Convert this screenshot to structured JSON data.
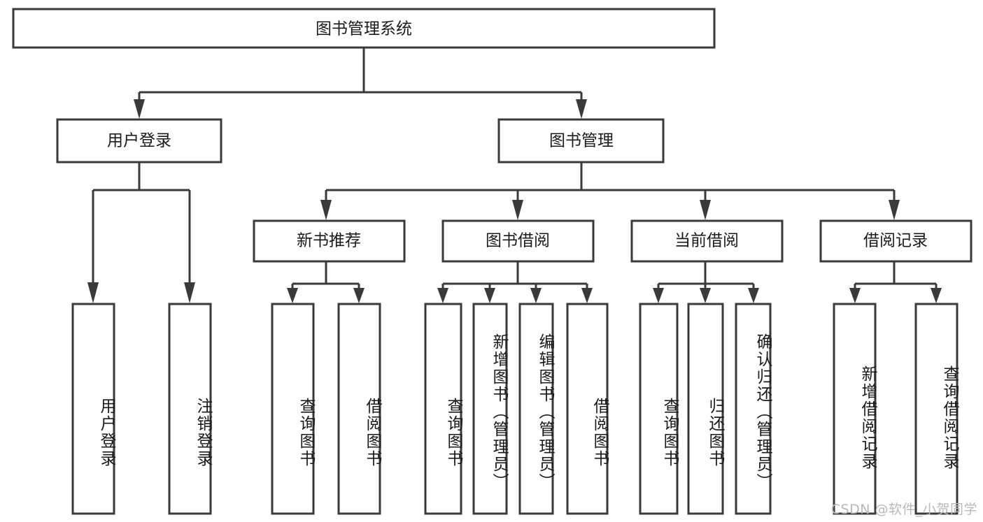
{
  "diagram": {
    "title": "图书管理系统",
    "type": "tree-hierarchy-chart",
    "watermark": "CSDN @软件_小贺同学",
    "colors": {
      "box_stroke": "#3a3a3a",
      "box_fill": "#ffffff",
      "text": "#1a1a1a",
      "background": "#ffffff",
      "watermark": "#b9b9b9"
    },
    "root": {
      "label": "图书管理系统"
    },
    "level2": [
      {
        "label": "用户登录"
      },
      {
        "label": "图书管理"
      }
    ],
    "level3": [
      {
        "label": "新书推荐"
      },
      {
        "label": "图书借阅"
      },
      {
        "label": "当前借阅"
      },
      {
        "label": "借阅记录"
      }
    ],
    "leaves": {
      "user_login": [
        {
          "label": "用户登录"
        },
        {
          "label": "注销登录"
        }
      ],
      "new_book_recommend": [
        {
          "label": "查询图书"
        },
        {
          "label": "借阅图书"
        }
      ],
      "book_borrow": [
        {
          "label": "查询图书"
        },
        {
          "label": "新增图书（管理员）"
        },
        {
          "label": "编辑图书（管理员）"
        },
        {
          "label": "借阅图书"
        }
      ],
      "current_borrow": [
        {
          "label": "查询图书"
        },
        {
          "label": "归还图书"
        },
        {
          "label": "确认归还（管理员）"
        }
      ],
      "borrow_record": [
        {
          "label": "新增借阅记录"
        },
        {
          "label": "查询借阅记录"
        }
      ]
    }
  }
}
